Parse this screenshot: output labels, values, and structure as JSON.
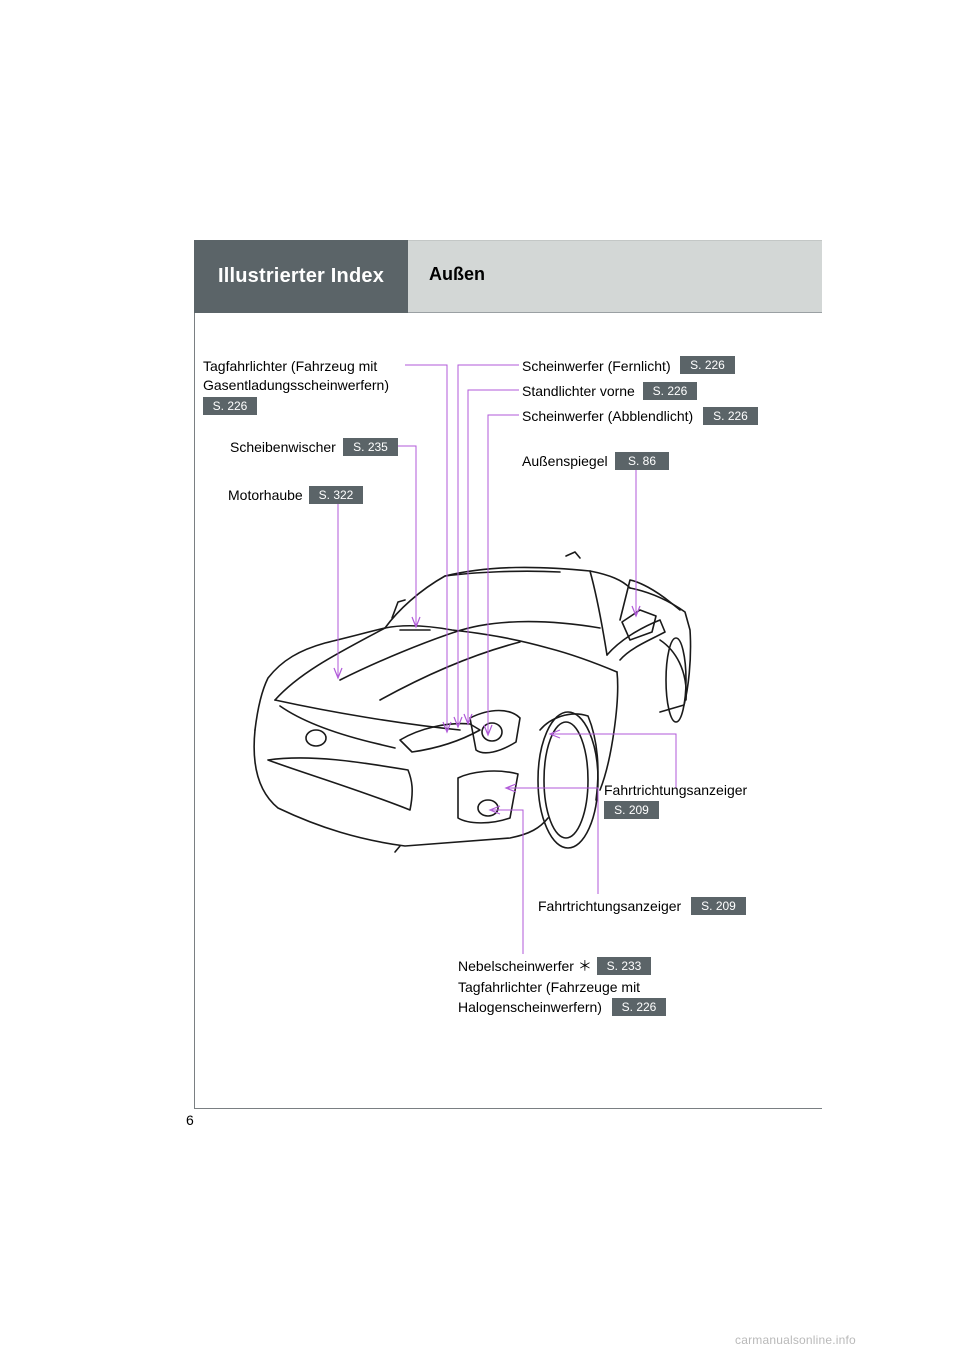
{
  "header": {
    "section": "Illustrierter Index",
    "title": "Außen"
  },
  "labels": {
    "tagfahr_gas_line1": "Tagfahrlichter (Fahrzeug mit",
    "tagfahr_gas_line2": "Gasentladungsscheinwerfern)",
    "tagfahr_gas_page": "S. 226",
    "scheibenwischer": "Scheibenwischer",
    "scheibenwischer_page": "S. 235",
    "motorhaube": "Motorhaube",
    "motorhaube_page": "S. 322",
    "fernlicht": "Scheinwerfer (Fernlicht)",
    "fernlicht_page": "S. 226",
    "standlichter": "Standlichter vorne",
    "standlichter_page": "S. 226",
    "abblendlicht": "Scheinwerfer (Abblendlicht)",
    "abblendlicht_page": "S. 226",
    "aussenspiegel": "Außenspiegel",
    "aussenspiegel_page": "S. 86",
    "fahrtrichtung_side": "Fahrtrichtungsanzeiger",
    "fahrtrichtung_side_page": "S. 209",
    "fahrtrichtung_front": "Fahrtrichtungsanzeiger",
    "fahrtrichtung_front_page": "S. 209",
    "nebel": "Nebelscheinwerfer ＊",
    "nebel_page": "S. 233",
    "tagfahr_halo_line1": "Tagfahrlichter (Fahrzeuge mit",
    "tagfahr_halo_line2": "Halogenscheinwerfern)",
    "tagfahr_halo_page": "S. 226"
  },
  "page_number": "6",
  "watermark": "carmanualsonline.info",
  "colors": {
    "header_dark": "#5b6468",
    "header_light": "#d3d7d6",
    "callout_line": "#b05ad8"
  }
}
